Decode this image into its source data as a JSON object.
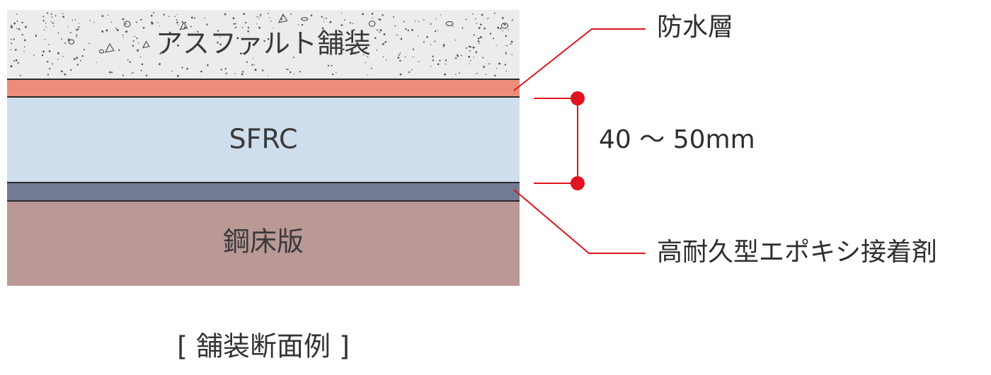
{
  "layers": {
    "asphalt": {
      "label": "アスファルト舗装",
      "color": "#ececec"
    },
    "waterproof": {
      "color": "#ec8e7b"
    },
    "sfrc": {
      "label": "SFRC",
      "color": "#cfdeec"
    },
    "adhesive": {
      "color": "#737b94"
    },
    "steel_deck": {
      "label": "鋼床版",
      "color": "#b99896"
    }
  },
  "callouts": {
    "waterproof_label": "防水層",
    "thickness_label": "40 〜 50mm",
    "adhesive_label": "高耐久型エポキシ接着剤"
  },
  "caption": "[ 舗装断面例 ]",
  "colors": {
    "accent": "#e0141e",
    "outline": "#2b2b2b",
    "speckle": "#555555"
  }
}
